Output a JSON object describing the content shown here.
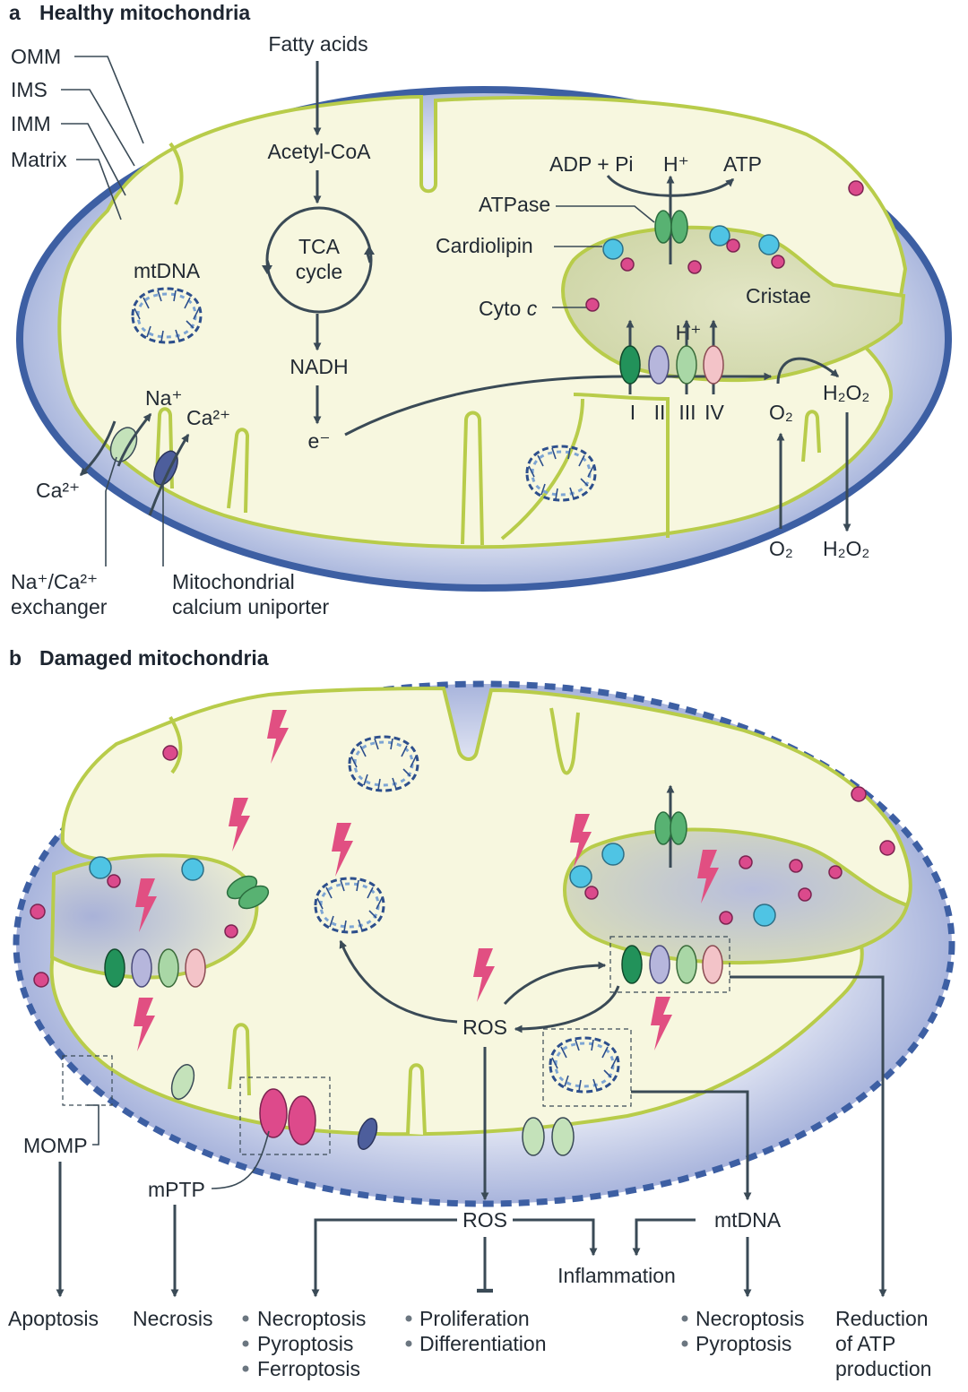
{
  "panel_a": {
    "letter": "a",
    "title": "Healthy mitochondria",
    "labels": {
      "omm": "OMM",
      "ims": "IMS",
      "imm": "IMM",
      "matrix": "Matrix",
      "fatty_acids": "Fatty acids",
      "acetyl_coa": "Acetyl-CoA",
      "tca_line1": "TCA",
      "tca_line2": "cycle",
      "nadh": "NADH",
      "electron": "e⁻",
      "mtdna": "mtDNA",
      "na": "Na⁺",
      "ca_in": "Ca²⁺",
      "ca_out": "Ca²⁺",
      "exchanger_line1": "Na⁺/Ca²⁺",
      "exchanger_line2": "exchanger",
      "uniporter_line1": "Mitochondrial",
      "uniporter_line2": "calcium uniporter",
      "adp_pi": "ADP + Pi",
      "h_atpase": "H⁺",
      "atp": "ATP",
      "atpase": "ATPase",
      "cardiolipin": "Cardiolipin",
      "cyto_c_prefix": "Cyto ",
      "cyto_c_suffix": "c",
      "cristae": "Cristae",
      "h_complexes": "H⁺",
      "complex_1": "I",
      "complex_2": "II",
      "complex_3": "III",
      "complex_4": "IV",
      "o2_in": "O₂",
      "h2o2_in": "H₂O₂",
      "o2_out": "O₂",
      "h2o2_out": "H₂O₂"
    }
  },
  "panel_b": {
    "letter": "b",
    "title": "Damaged mitochondria",
    "labels": {
      "ros_center": "ROS",
      "momp": "MOMP",
      "mptp": "mPTP",
      "ros_lower": "ROS",
      "mtdna_lower": "mtDNA",
      "inflammation": "Inflammation"
    },
    "outcomes": {
      "apoptosis": "Apoptosis",
      "necrosis": "Necrosis",
      "ros_list": [
        "Necroptosis",
        "Pyroptosis",
        "Ferroptosis"
      ],
      "inhibited_list": [
        "Proliferation",
        "Differentiation"
      ],
      "mtdna_list": [
        "Necroptosis",
        "Pyroptosis"
      ],
      "atp_line1": "Reduction",
      "atp_line2": "of ATP",
      "atp_line3": "production"
    }
  },
  "colors": {
    "outer_membrane": "#3d5fa3",
    "ims_fill": "#b9c4e3",
    "matrix_fill": "#f7f7df",
    "inner_membrane": "#b8cc4a",
    "crista_fill": "#dadfb8",
    "arrow": "#3a4a56",
    "cardiolipin": "#4fc4e4",
    "cyto_c": "#db4a8c",
    "complex_1": "#22925a",
    "complex_2": "#b6b6dc",
    "complex_3": "#a9d7a6",
    "complex_4": "#f3c3c8",
    "atpase": "#58b272",
    "lightning": "#e14f82",
    "mptp": "#dd4a8b",
    "uniporter": "#4d5e9c",
    "exchanger": "#c4e2ba",
    "dna_strand_dark": "#2d4f8c",
    "dna_strand_light": "#7da5d3"
  }
}
